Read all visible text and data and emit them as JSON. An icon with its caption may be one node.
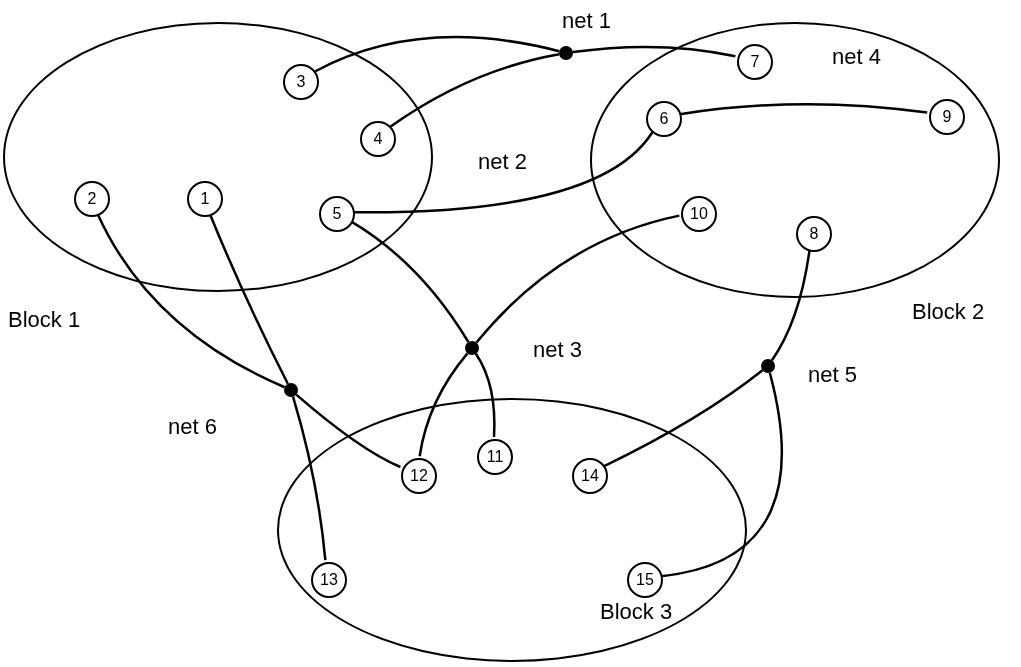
{
  "diagram": {
    "nodes": [
      {
        "text": [],
        "shape": "ellipse",
        "beside": [
          "Block 1"
        ]
      },
      {
        "text": [
          "3"
        ],
        "in": 0
      },
      {
        "text": [
          "4"
        ],
        "in": 0
      },
      {
        "text": [
          "2"
        ],
        "in": 0
      },
      {
        "text": [
          "1"
        ],
        "in": 0
      },
      {
        "text": [
          "5"
        ],
        "in": 0
      },
      {
        "text": [],
        "shape": "ellipse",
        "beside": [
          "Block 2"
        ]
      },
      {
        "text": [
          "7"
        ],
        "in": 6
      },
      {
        "text": [
          "6"
        ],
        "in": 6
      },
      {
        "text": [
          "9"
        ],
        "in": 6
      },
      {
        "text": [
          "10"
        ],
        "in": 6
      },
      {
        "text": [
          "8"
        ],
        "in": 6
      },
      {
        "text": [],
        "shape": "ellipse",
        "beside": [
          "Block 3"
        ]
      },
      {
        "text": [
          "12"
        ],
        "in": 12
      },
      {
        "text": [
          "11"
        ],
        "in": 12
      },
      {
        "text": [
          "14"
        ],
        "in": 12
      },
      {
        "text": [
          "13"
        ],
        "in": 12
      },
      {
        "text": [
          "15"
        ],
        "in": 12
      },
      {
        "text": [],
        "shape": "circle"
      },
      {
        "text": [],
        "shape": "circle"
      },
      {
        "text": [],
        "shape": "circle"
      },
      {
        "text": [],
        "shape": "circle"
      }
    ],
    "edges": [
      {
        "from": 1,
        "to": 18,
        "arrow": "none"
      },
      {
        "from": 2,
        "to": 18,
        "arrow": "none"
      },
      {
        "from": 18,
        "to": 7,
        "arrow": "none"
      },
      {
        "from": 5,
        "to": 8,
        "arrow": "none"
      },
      {
        "from": 8,
        "to": 9,
        "arrow": "none"
      },
      {
        "from": 5,
        "to": 19,
        "arrow": "none"
      },
      {
        "from": 10,
        "to": 19,
        "arrow": "none"
      },
      {
        "from": 19,
        "to": 14,
        "arrow": "none"
      },
      {
        "from": 19,
        "to": 13,
        "arrow": "none"
      },
      {
        "from": 11,
        "to": 20,
        "arrow": "none"
      },
      {
        "from": 20,
        "to": 15,
        "arrow": "none"
      },
      {
        "from": 20,
        "to": 17,
        "arrow": "none"
      },
      {
        "from": 3,
        "to": 21,
        "arrow": "none"
      },
      {
        "from": 4,
        "to": 21,
        "arrow": "none"
      },
      {
        "from": 21,
        "to": 13,
        "arrow": "none"
      },
      {
        "from": 21,
        "to": 16,
        "arrow": "none"
      }
    ],
    "labels": [
      "net 1",
      "net 4",
      "net 2",
      "net 3",
      "net 5",
      "net 6"
    ]
  }
}
